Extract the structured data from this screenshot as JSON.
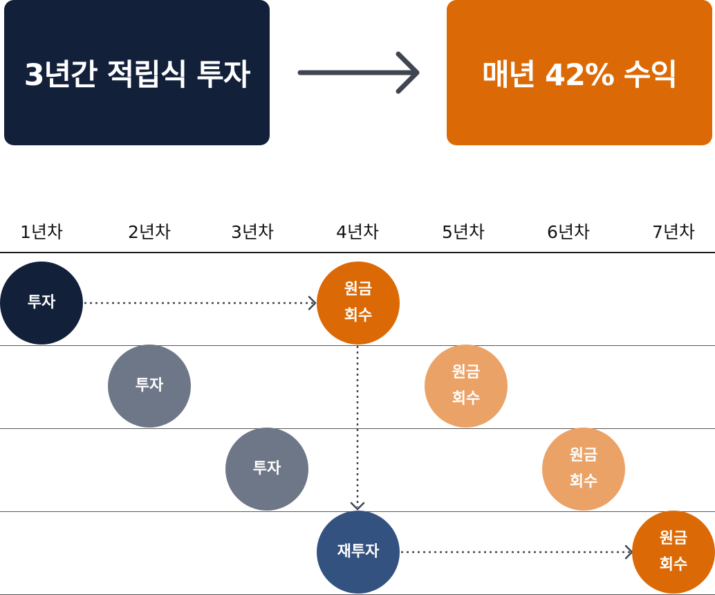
{
  "header": {
    "left_box_text": "3년간 적립식 투자",
    "right_box_text": "매년 42% 수익"
  },
  "timeline": {
    "years": [
      "1년차",
      "2년차",
      "3년차",
      "4년차",
      "5년차",
      "6년차",
      "7년차"
    ]
  },
  "nodes": {
    "row1_invest": "투자",
    "row1_recover_l1": "원금",
    "row1_recover_l2": "회수",
    "row2_invest": "투자",
    "row2_recover_l1": "원금",
    "row2_recover_l2": "회수",
    "row3_invest": "투자",
    "row3_recover_l1": "원금",
    "row3_recover_l2": "회수",
    "row4_reinvest": "재투자",
    "row4_recover_l1": "원금",
    "row4_recover_l2": "회수"
  },
  "colors": {
    "navy": "#12203a",
    "orange": "#db6a06",
    "gray": "#6e7787",
    "peach": "#eba267",
    "blue": "#335280"
  }
}
